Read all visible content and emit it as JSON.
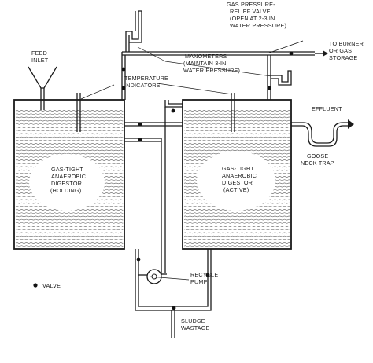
{
  "labels": {
    "gas_relief_valve": [
      "GAS PRESSURE-",
      "RELIEF VALVE",
      "(OPEN AT 2-3 IN",
      "WATER PRESSURE)"
    ],
    "to_burner": [
      "TO BURNER",
      "OR GAS",
      "STORAGE"
    ],
    "feed_inlet": [
      "FEED",
      "INLET"
    ],
    "manometers": [
      "MANOMETERS",
      "(MAINTAIN 3-IN",
      "WATER PRESSURE)"
    ],
    "temperature_indicators": [
      "TEMPERATURE",
      "INDICATORS"
    ],
    "effluent": "EFFLUENT",
    "holding_digestor": [
      "GAS-TIGHT",
      "ANAEROBIC",
      "DIGESTOR",
      "(HOLDING)"
    ],
    "active_digestor": [
      "GAS-TIGHT",
      "ANAEROBIC",
      "DIGESTOR",
      "(ACTIVE)"
    ],
    "goose_neck_trap": [
      "GOOSE",
      "NECK TRAP"
    ],
    "recycle_pump": [
      "RECYCLE",
      "PUMP"
    ],
    "sludge_wastage": [
      "SLUDGE",
      "WASTAGE"
    ],
    "legend_valve": "VALVE"
  }
}
